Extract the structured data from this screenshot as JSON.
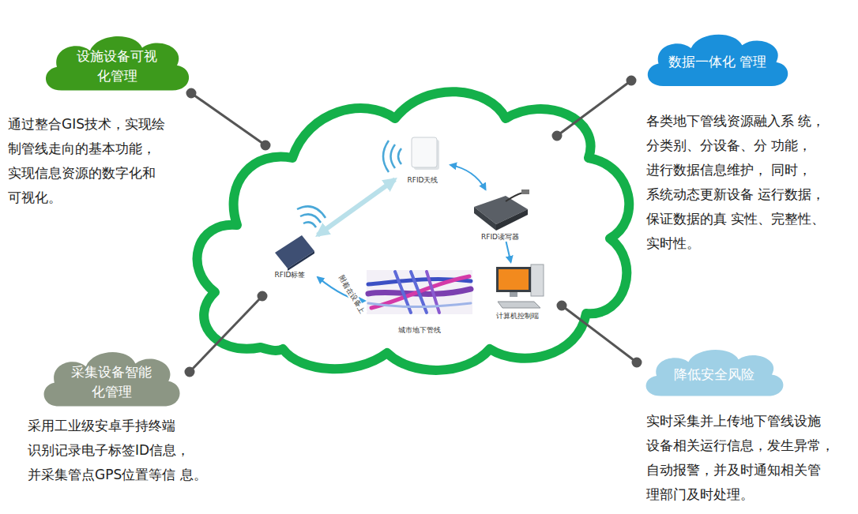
{
  "diagram": {
    "nodes": [
      {
        "text": [
          "设施设备可视 化管理",
          "通过整合GIS技术，实现绘 制管线走向的基本功能， 实现信息资源的数字化和 可视化。"
        ]
      },
      {
        "text": [
          "数据一体化 管理",
          "各类地下管线资源融入系 统，分类别、分设备、分 功能，进行数据信息维护， 同时，系统动态更新设备 运行数据，保证数据的真 实性、完整性、实时性。"
        ]
      },
      {
        "text": [
          "RFID天线"
        ]
      },
      {
        "text": [
          "RFID读写器"
        ]
      },
      {
        "text": [
          "RFID标签"
        ]
      },
      {
        "text": [
          "城市地下管线"
        ]
      },
      {
        "text": [
          "计算机控制端"
        ]
      },
      {
        "text": [
          "采集设备智能 化管理",
          "采用工业级安卓手持终端 识别记录电子标签ID信息， 并采集管点GPS位置等信 息。"
        ]
      },
      {
        "text": [
          "降低安全风险",
          "实时采集并上传地下管线设施 设备相关运行信息，发生异常， 自动报警，并及时通知相关管 理部门及时处理。"
        ]
      }
    ],
    "edges": [
      {
        "from": 2,
        "to": 3,
        "arrow": "both"
      },
      {
        "from": 3,
        "to": 6,
        "arrow": "to"
      },
      {
        "from": 4,
        "to": 2,
        "arrow": "both"
      },
      {
        "from": 4,
        "to": 5,
        "label": "附着在设备上",
        "arrow": "both"
      }
    ]
  }
}
